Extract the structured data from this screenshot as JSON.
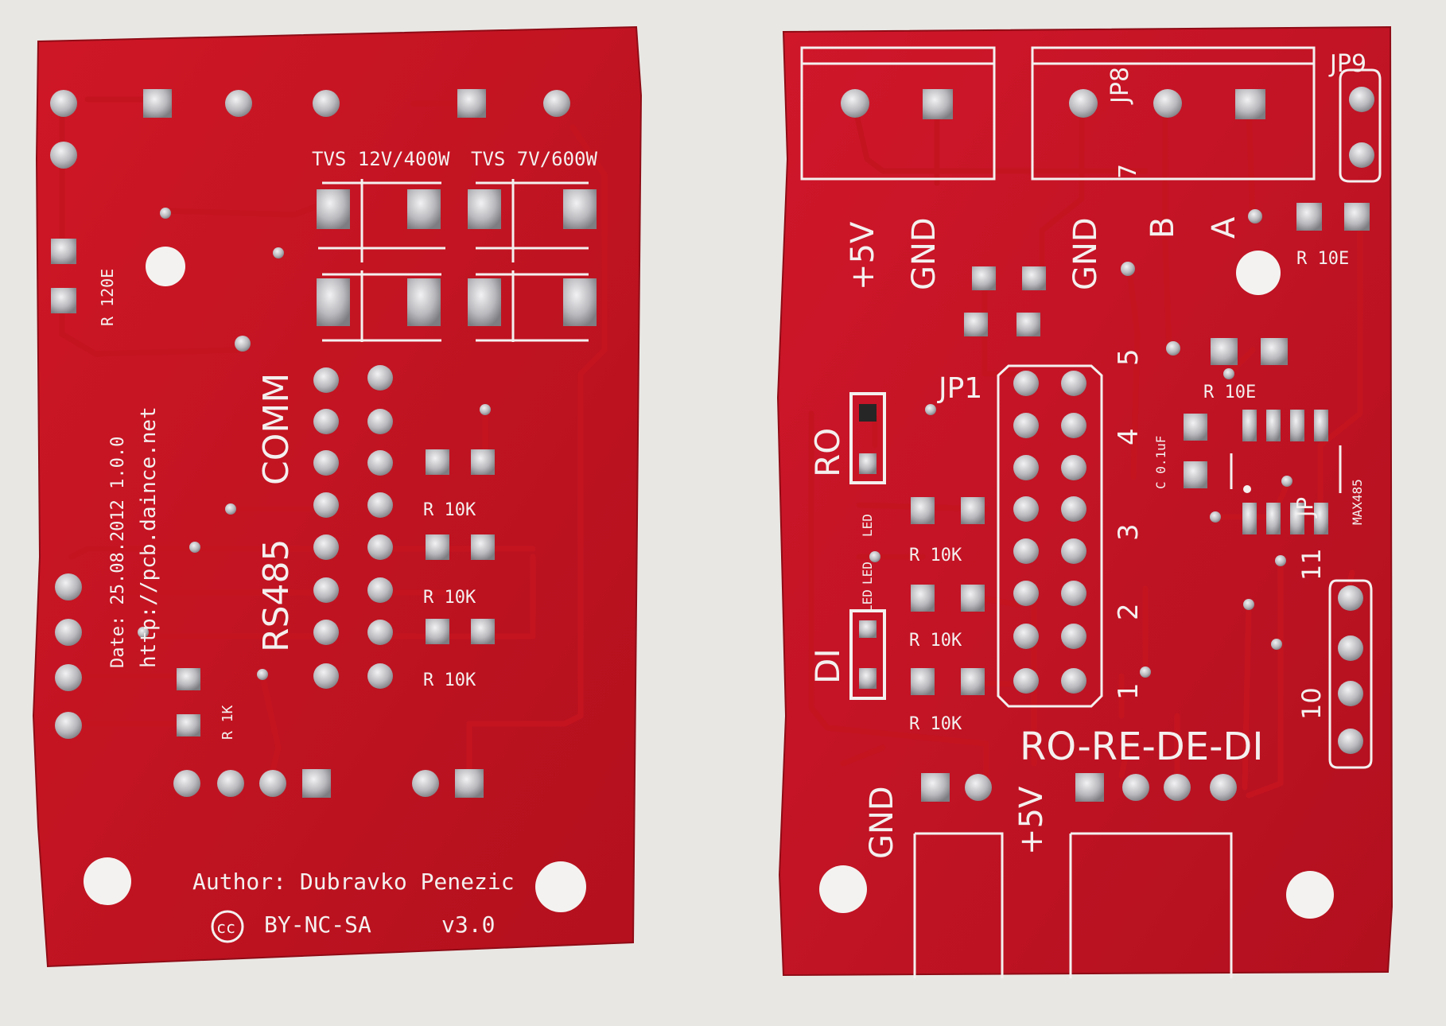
{
  "boards": {
    "left": {
      "tvs_12v": "TVS 12V/400W",
      "tvs_7v": "TVS 7V/600W",
      "r_120e": "R 120E",
      "date": "Date: 25.08.2012 1.0.0",
      "url": "http://pcb.daince.net",
      "rs485": "RS485",
      "comm": "COMM",
      "r_10k_1": "R 10K",
      "r_10k_2": "R 10K",
      "r_10k_3": "R 10K",
      "r_1k": "R 1K",
      "author": "Author: Dubravko Penezic",
      "license_icon": "cc",
      "license": "BY-NC-SA",
      "version": "v3.0"
    },
    "right": {
      "jp8": "JP8",
      "jp9": "JP9",
      "pin7": "7",
      "plus5v_top": "+5V",
      "gnd_top": "GND",
      "gnd_mid": "GND",
      "b": "B",
      "a": "A",
      "r_10e_top": "R 10E",
      "r_10e_mid": "R 10E",
      "pin5": "5",
      "jp1": "JP1",
      "pin4": "4",
      "pin3": "3",
      "pin2": "2",
      "pin1": "1",
      "ro": "RO",
      "di": "DI",
      "led1": "LED",
      "led2": "LED",
      "led3": "LED",
      "r_10k_1": "R 10K",
      "r_10k_2": "R 10K",
      "r_10k_3": "R 10K",
      "cap": "C 0.1uF",
      "jp": "JP",
      "max485": "MAX485",
      "pin11": "11",
      "pin10": "10",
      "ro_re_de_di": "RO-RE-DE-DI",
      "gnd_bottom": "GND",
      "plus5v_bottom": "+5V"
    }
  },
  "colors": {
    "background": "#e9e7e4",
    "board": "#c41420",
    "silkscreen": "#f4f0ef",
    "pad": "#b9b9bd"
  }
}
